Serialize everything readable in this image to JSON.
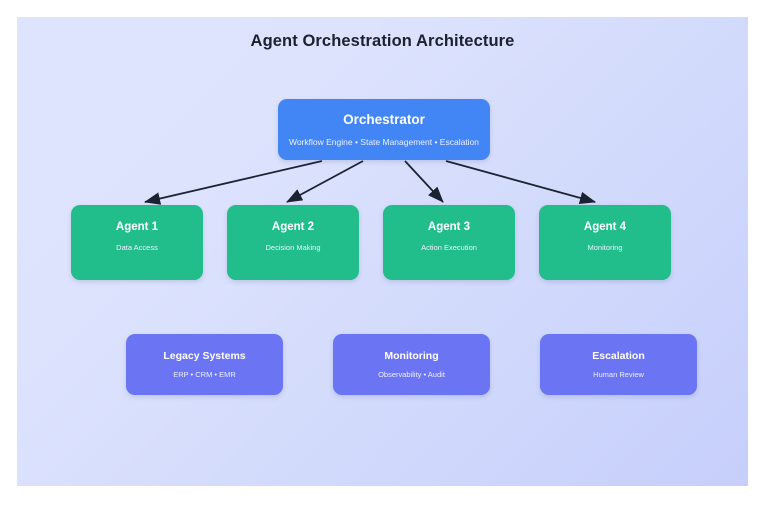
{
  "diagram": {
    "title": "Agent Orchestration Architecture",
    "background_color_start": "#dfe4fe",
    "background_color_end": "#c6cffb",
    "connector_color": "#1b2231"
  },
  "orchestrator": {
    "title": "Orchestrator",
    "subtitle": "Workflow Engine • State Management • Escalation",
    "color": "#4285f4"
  },
  "agents": {
    "color": "#21bd8b",
    "items": [
      {
        "title": "Agent 1",
        "subtitle": "Data Access"
      },
      {
        "title": "Agent 2",
        "subtitle": "Decision Making"
      },
      {
        "title": "Agent 3",
        "subtitle": "Action Execution"
      },
      {
        "title": "Agent 4",
        "subtitle": "Monitoring"
      }
    ]
  },
  "support": {
    "color": "#6b74f2",
    "items": [
      {
        "title": "Legacy Systems",
        "subtitle": "ERP • CRM • EMR"
      },
      {
        "title": "Monitoring",
        "subtitle": "Observability • Audit"
      },
      {
        "title": "Escalation",
        "subtitle": "Human Review"
      }
    ]
  },
  "connections": [
    {
      "from": "Orchestrator",
      "to": "Agent 1"
    },
    {
      "from": "Orchestrator",
      "to": "Agent 2"
    },
    {
      "from": "Orchestrator",
      "to": "Agent 3"
    },
    {
      "from": "Orchestrator",
      "to": "Agent 4"
    }
  ]
}
